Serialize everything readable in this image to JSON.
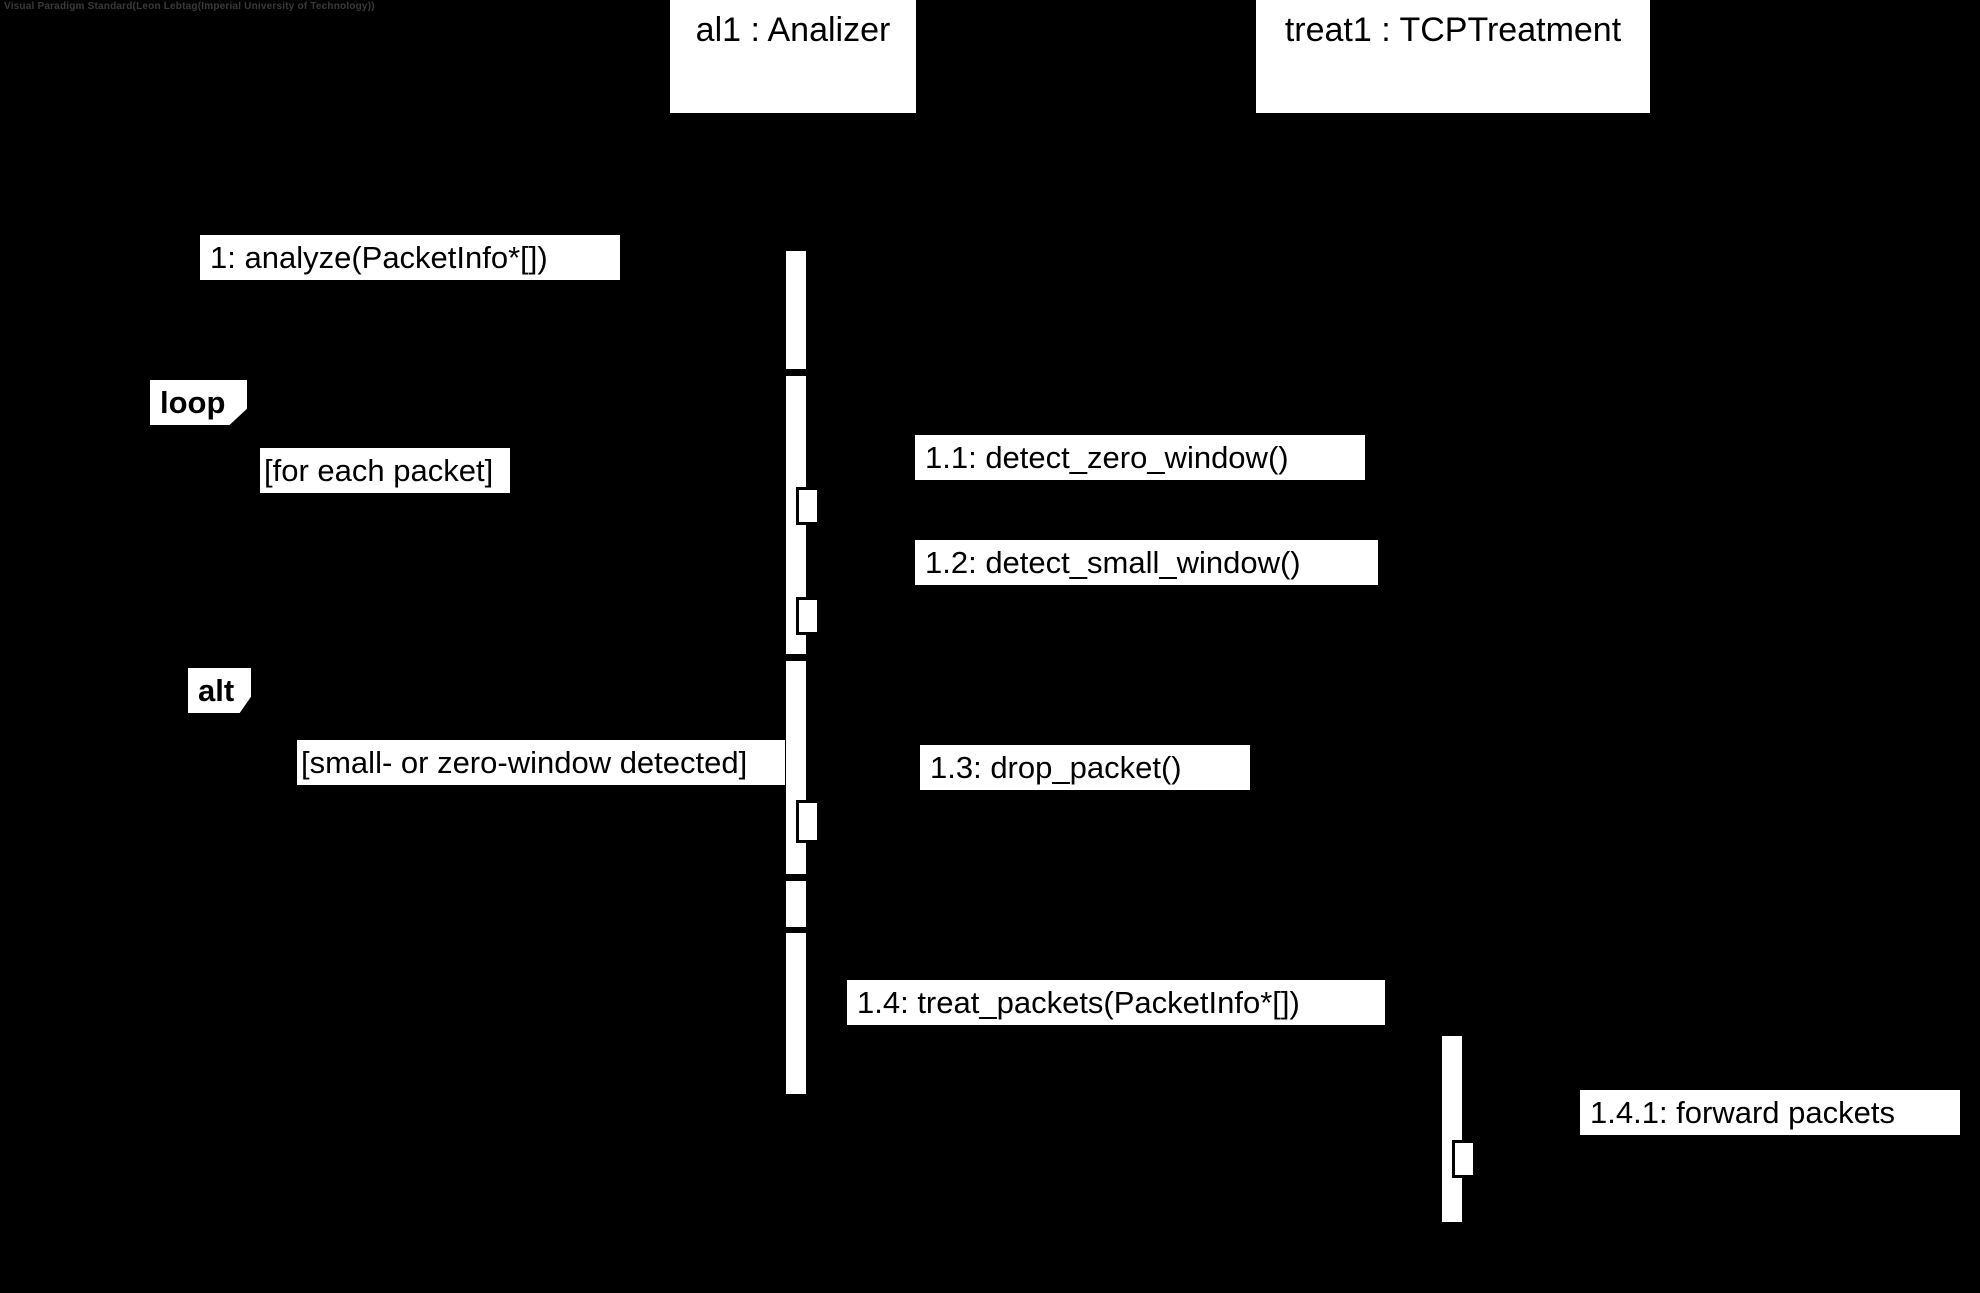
{
  "diagram": {
    "type": "uml-sequence-diagram",
    "watermark": "Visual Paradigm Standard(Leon Lebtag(Imperial University of Technology))",
    "background_color": "#000000",
    "foreground_color": "#ffffff"
  },
  "lifelines": [
    {
      "id": "analizer",
      "label": "al1 : Analizer"
    },
    {
      "id": "treatment",
      "label": "treat1 : TCPTreatment"
    }
  ],
  "fragments": [
    {
      "id": "loop",
      "tag": "loop",
      "guard": "[for each packet]"
    },
    {
      "id": "alt",
      "tag": "alt",
      "guard": "[small- or zero-window detected]"
    }
  ],
  "messages": [
    {
      "seq": "1",
      "label": "1: analyze(PacketInfo*[])"
    },
    {
      "seq": "1.1",
      "label": "1.1: detect_zero_window()"
    },
    {
      "seq": "1.2",
      "label": "1.2: detect_small_window()"
    },
    {
      "seq": "1.3",
      "label": "1.3: drop_packet()"
    },
    {
      "seq": "1.4",
      "label": "1.4: treat_packets(PacketInfo*[])"
    },
    {
      "seq": "1.4.1",
      "label": "1.4.1: forward packets"
    }
  ]
}
